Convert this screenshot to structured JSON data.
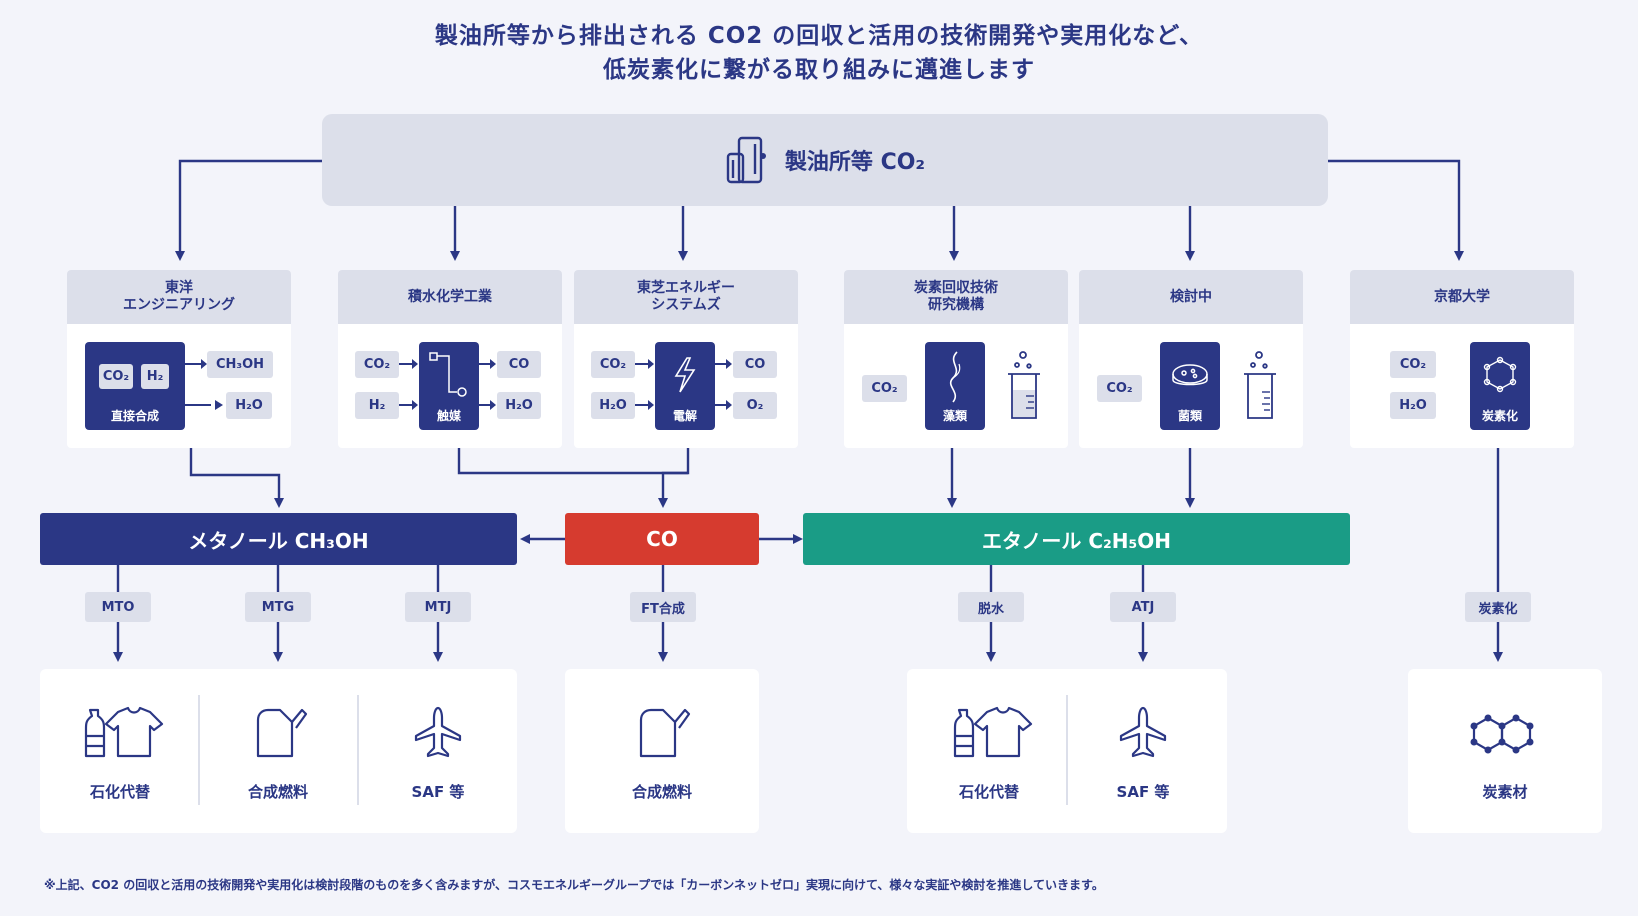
{
  "headline": {
    "line1": "製油所等から排出される CO2 の回収と活用の技術開発や実用化など、",
    "line2": "低炭素化に繋がる取り組みに邁進します"
  },
  "source": {
    "label": "製油所等 CO₂",
    "icon": "refinery-tanks-icon"
  },
  "processes": [
    {
      "org": "東洋\nエンジニアリング",
      "box": "直接合成",
      "inputs_in_box": [
        "CO₂",
        "H₂"
      ],
      "outputs": [
        "CH₃OH",
        "H₂O"
      ]
    },
    {
      "org": "積水化学工業",
      "box": "触媒",
      "inputs": [
        "CO₂",
        "H₂"
      ],
      "outputs": [
        "CO",
        "H₂O"
      ]
    },
    {
      "org": "東芝エネルギー\nシステムズ",
      "box": "電解",
      "inputs": [
        "CO₂",
        "H₂O"
      ],
      "outputs": [
        "CO",
        "O₂"
      ]
    },
    {
      "org": "炭素回収技術\n研究機構",
      "box": "藻類",
      "inputs": [
        "CO₂"
      ]
    },
    {
      "org": "検討中",
      "box": "菌類",
      "inputs": [
        "CO₂"
      ]
    },
    {
      "org": "京都大学",
      "box": "炭素化",
      "inputs": [
        "CO₂",
        "H₂O"
      ]
    }
  ],
  "bars": {
    "methanol": "メタノール CH₃OH",
    "co": "CO",
    "ethanol": "エタノール C₂H₅OH"
  },
  "routes": [
    "MTO",
    "MTG",
    "MTJ",
    "FT合成",
    "脱水",
    "ATJ",
    "炭素化"
  ],
  "products": {
    "group1": [
      "石化代替",
      "合成燃料",
      "SAF 等"
    ],
    "group2": [
      "合成燃料"
    ],
    "group3": [
      "石化代替",
      "SAF 等"
    ],
    "group4": [
      "炭素材"
    ]
  },
  "footnote": "※上記、CO2 の回収と活用の技術開発や実用化は検討段階のものを多く含みますが、コスモエネルギーグループでは「カーボンネットゼロ」実現に向けて、様々な実証や検討を推進していきます。",
  "colors": {
    "navy": "#2b3785",
    "red": "#d63b2f",
    "teal": "#1a9c86",
    "grey": "#dcdfea",
    "background": "#f3f4fa"
  }
}
